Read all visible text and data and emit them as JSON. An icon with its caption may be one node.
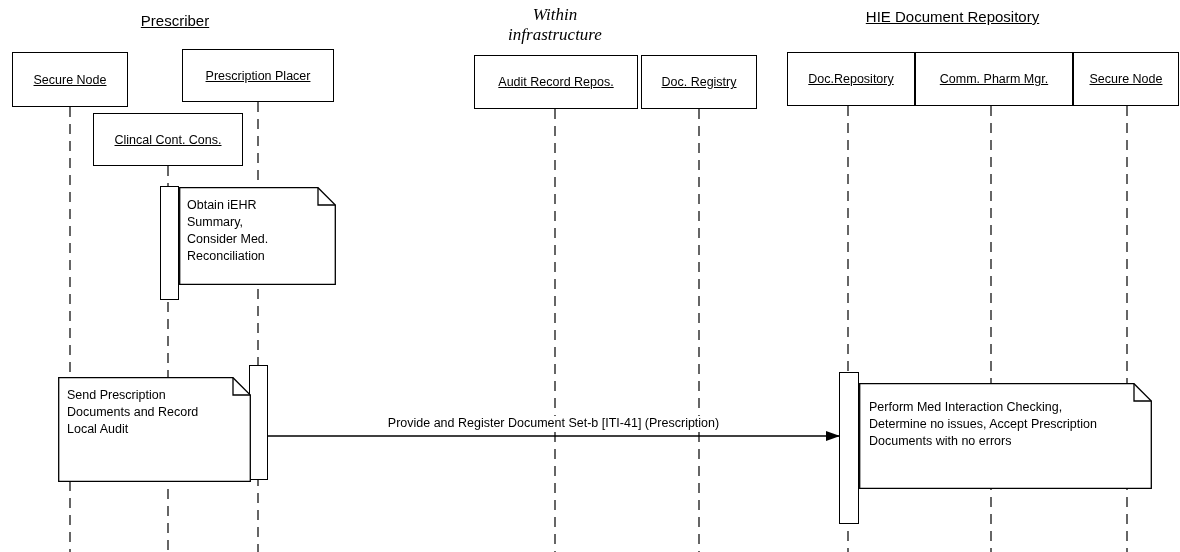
{
  "diagram": {
    "nodes": [
      {
        "text": [
          "Secure Node"
        ]
      },
      {
        "text": [
          "Prescription Placer"
        ]
      },
      {
        "text": [
          "Clincal Cont. Cons."
        ]
      },
      {
        "text": [
          "Audit Record Repos."
        ]
      },
      {
        "text": [
          "Doc. Registry"
        ]
      },
      {
        "text": [
          "Doc.Repository"
        ]
      },
      {
        "text": [
          "Comm. Pharm Mgr."
        ]
      },
      {
        "text": [
          "Secure Node"
        ]
      },
      {
        "text": [],
        "shape": "bar"
      },
      {
        "text": [
          "Obtain iEHR Summary, Consider Med. Reconciliation"
        ]
      },
      {
        "text": [],
        "shape": "bar"
      },
      {
        "text": [
          "Send Prescription Documents and Record Local Audit"
        ]
      },
      {
        "text": [],
        "shape": "bar"
      },
      {
        "text": [
          "Perform Med Interaction Checking, Determine no issues, Accept Prescription Documents with no errors"
        ]
      }
    ],
    "edges": [
      {
        "from": 10,
        "to": 12,
        "arrow": "to",
        "label": "Provide and Register Document Set-b [ITI-41] (Prescription)"
      }
    ],
    "labels": [
      "Prescriber",
      "Within infrastructure",
      "HIE Document Repository"
    ]
  }
}
